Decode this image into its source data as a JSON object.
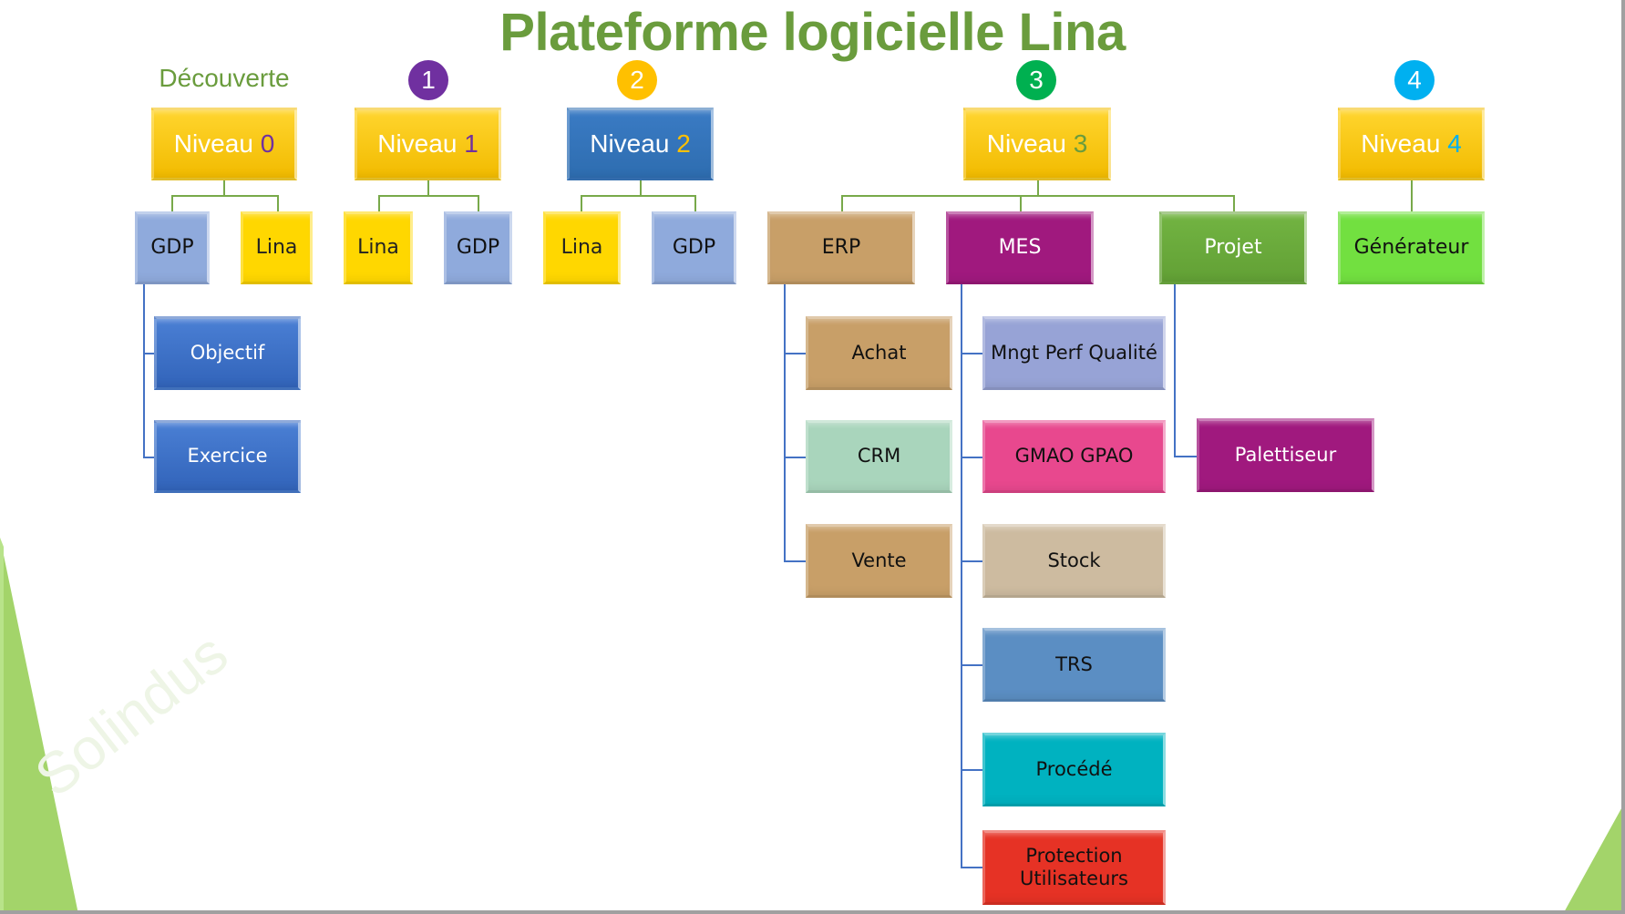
{
  "title": "Plateforme logicielle Lina",
  "watermark": "Solindus",
  "discovery_label": "Découverte",
  "colors": {
    "title_green": "#6a9c3d",
    "connector_green": "#78a94a",
    "connector_blue": "#4472c4"
  },
  "levels": [
    {
      "label": "Niveau",
      "number": "0",
      "badge": null,
      "number_color": "#7030a0"
    },
    {
      "label": "Niveau",
      "number": "1",
      "badge": "1",
      "badge_color": "#7030a0",
      "number_color": "#7030a0"
    },
    {
      "label": "Niveau",
      "number": "2",
      "badge": "2",
      "badge_color": "#ffc000",
      "number_color": "#ffc000"
    },
    {
      "label": "Niveau",
      "number": "3",
      "badge": "3",
      "badge_color": "#00b050",
      "number_color": "#6a9c3d"
    },
    {
      "label": "Niveau",
      "number": "4",
      "badge": "4",
      "badge_color": "#00b0f0",
      "number_color": "#00b0f0"
    }
  ],
  "modules": {
    "n0": [
      "GDP",
      "Lina"
    ],
    "n1": [
      "Lina",
      "GDP"
    ],
    "n2": [
      "Lina",
      "GDP"
    ],
    "n3": [
      "ERP",
      "MES",
      "Projet"
    ],
    "n4": [
      "Générateur"
    ]
  },
  "submodules": {
    "gdp": [
      "Objectif",
      "Exercice"
    ],
    "erp": [
      "Achat",
      "CRM",
      "Vente"
    ],
    "mes": [
      "Mngt Perf Qualité",
      "GMAO GPAO",
      "Stock",
      "TRS",
      "Procédé",
      "Protection Utilisateurs"
    ],
    "projet": [
      "Palettiseur"
    ]
  }
}
